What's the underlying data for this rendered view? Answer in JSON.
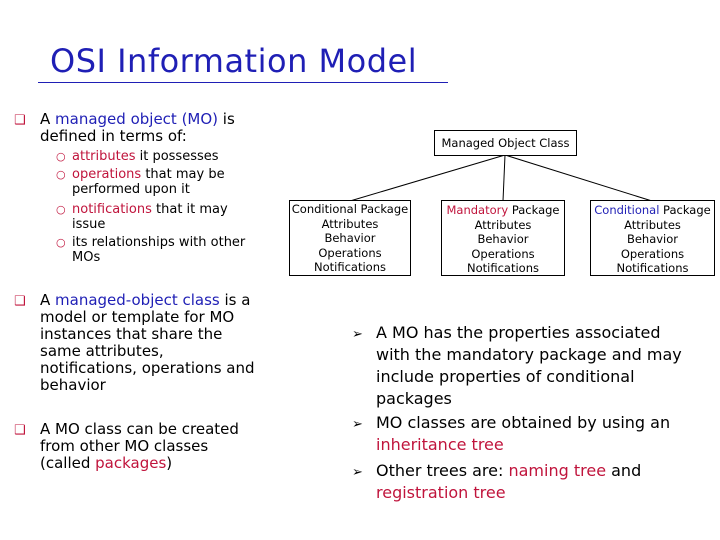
{
  "title": "OSI Information Model",
  "left": {
    "b1": {
      "p1": "A ",
      "p2": "managed object (MO)",
      "p3": " is",
      "l2": "defined in terms of:"
    },
    "subs": [
      {
        "hl": "attributes",
        "rest": " it possesses"
      },
      {
        "hl": "operations",
        "rest": " that may be",
        "l2": "performed upon it"
      },
      {
        "hl": "notifications",
        "rest": " that it may",
        "l2": "issue"
      },
      {
        "hl": "",
        "rest": "its relationships with other",
        "l2": "MOs"
      }
    ],
    "b2": {
      "p1": "A ",
      "p2": "managed-object class",
      "p3": " is a",
      "l2": "model or template for MO",
      "l3": "instances that share the",
      "l4": "same attributes,",
      "l5": "notifications, operations and",
      "l6": "behavior"
    },
    "b3": {
      "l1": "A MO class can be created",
      "l2": "from other MO classes",
      "p1": "(called ",
      "p2": "packages",
      "p3": ")"
    }
  },
  "diagram": {
    "root": "Managed Object Class",
    "c1": {
      "hl": "",
      "head": "Conditional Package",
      "lines": [
        "Attributes",
        "Behavior",
        "Operations",
        "Notifications"
      ]
    },
    "c2": {
      "hl": "Mandatory",
      "head": " Package",
      "lines": [
        "Attributes",
        "Behavior",
        "Operations",
        "Notifications"
      ]
    },
    "c3": {
      "hl": "Conditional",
      "head": " Package",
      "lines": [
        "Attributes",
        "Behavior",
        "Operations",
        "Notifications"
      ]
    }
  },
  "right": {
    "b1": {
      "l1": "A MO has the properties associated",
      "l2": "with the mandatory package and may",
      "l3": "include properties of conditional",
      "l4": "packages"
    },
    "b2": {
      "l1": "MO classes are obtained by using an",
      "l2": "inheritance tree"
    },
    "b3": {
      "p1": "Other trees are: ",
      "p2": "naming tree",
      "p3": " and",
      "l2": "registration tree"
    }
  }
}
